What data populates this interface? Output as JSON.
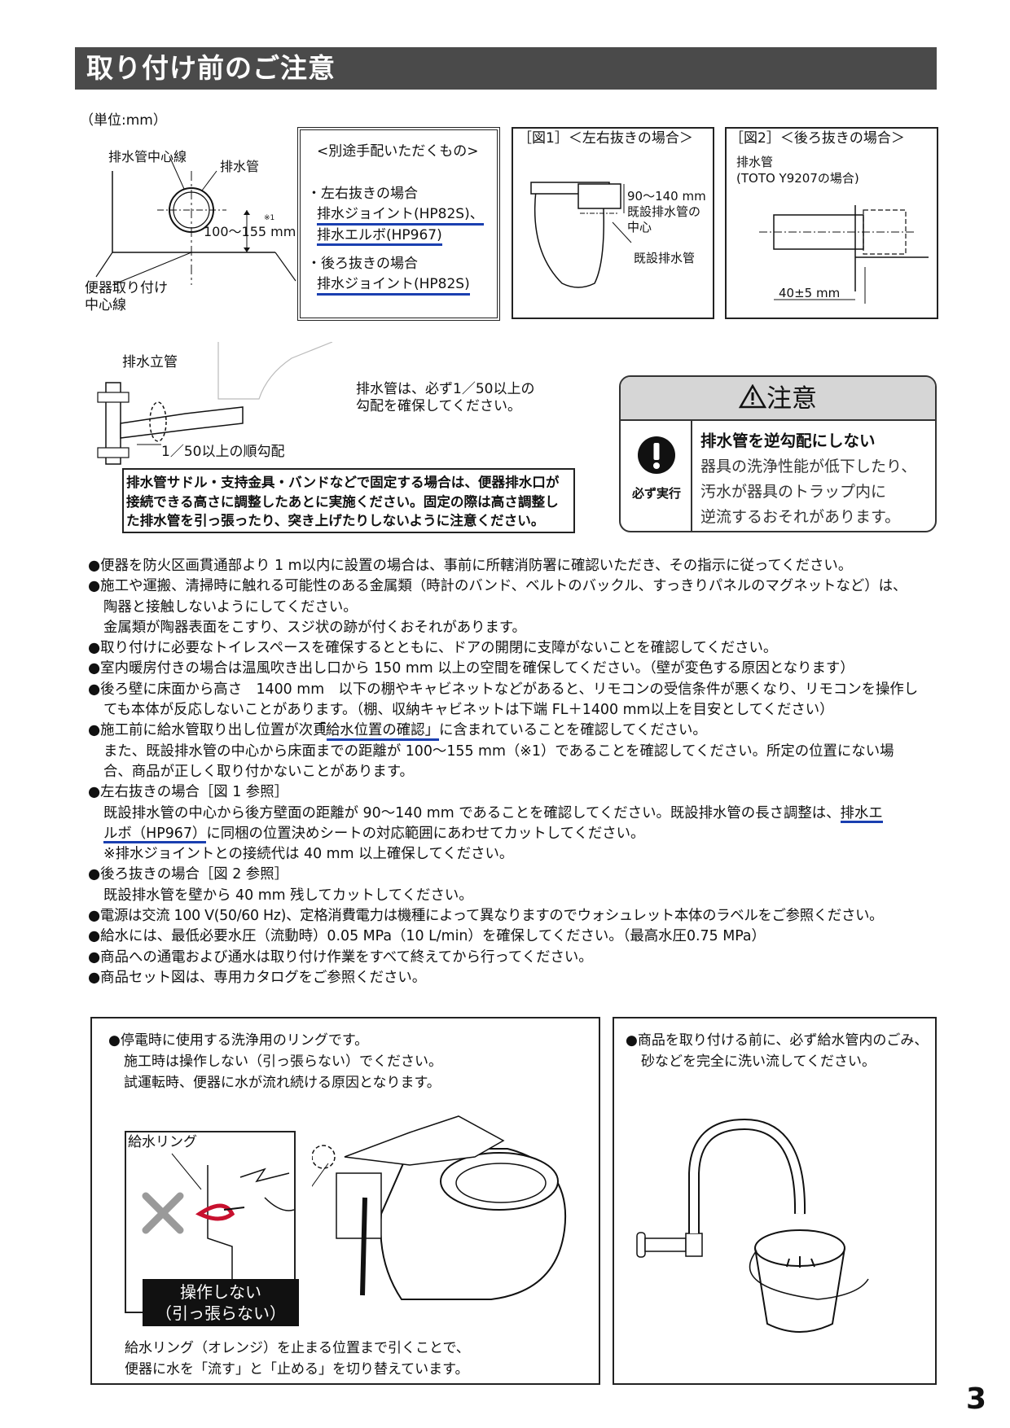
{
  "title": "取り付け前のご注意",
  "unit": "（単位:mm）",
  "fig0": {
    "label_center": "排水管中心線",
    "label_pipe": "排水管",
    "dim": "100～155 mm",
    "note_mark": "※1",
    "label_toilet_center": [
      "便器取り付け",
      "中心線"
    ]
  },
  "sep_box": {
    "heading": "<別途手配いただくもの>",
    "side_title": "・左右抜きの場合",
    "side_item1": "排水ジョイント(HP82S)、",
    "side_item2": "排水エルボ(HP967)",
    "back_title": "・後ろ抜きの場合",
    "back_item1": "排水ジョイント(HP82S)"
  },
  "fig1": {
    "title": "［図1］＜左右抜きの場合＞",
    "dim": "90～140 mm",
    "dim_sub1": "既設排水管の",
    "dim_sub2": "中心",
    "label_pipe": "既設排水管"
  },
  "fig2": {
    "title": "［図2］＜後ろ抜きの場合＞",
    "label_pipe": "排水管",
    "label_model": "(TOTO Y9207の場合)",
    "dim": "40±5 mm"
  },
  "slope": {
    "label_riser": "排水立管",
    "label_slope": "1／50以上の順勾配",
    "note1": "排水管は、必ず1／50以上の",
    "note2": "勾配を確保してください。",
    "warn1": "排水管サドル・支持金具・バンドなどで固定する場合は、便器排水口が",
    "warn2": "接続できる高さに調整したあとに実施ください。固定の際は高さ調整し",
    "warn3": "た排水管を引っ張ったり、突き上げたりしないように注意ください。"
  },
  "caution": {
    "heading": "注意",
    "icon_label": "必ず実行",
    "subtitle": "排水管を逆勾配にしない",
    "line1": "器具の洗浄性能が低下したり、",
    "line2": "汚水が器具のトラップ内に",
    "line3": "逆流するおそれがあります。"
  },
  "bullets": [
    "●便器を防火区画貫通部より 1 m以内に設置の場合は、事前に所轄消防署に確認いただき、その指示に従ってください。",
    "●施工や運搬、清掃時に触れる可能性のある金属類（時計のバンド、ベルトのバックル、すっきりパネルのマグネットなど）は、",
    "陶器と接触しないようにしてください。",
    "金属類が陶器表面をこすり、スジ状の跡が付くおそれがあります。",
    "●取り付けに必要なトイレスペースを確保するとともに、ドアの開閉に支障がないことを確認してください。",
    "●室内暖房付きの場合は温風吹き出し口から 150 mm 以上の空間を確保してください。（壁が変色する原因となります）",
    "●後ろ壁に床面から高さ　1400 mm　以下の棚やキャビネットなどがあると、リモコンの受信条件が悪くなり、リモコンを操作し",
    "ても本体が反応しないことがあります。（棚、収納キャビネットは下端 FL＋1400 mm以上を目安としてください）",
    "●施工前に給水管取り出し位置が次頁",
    "「給水位置の確認」",
    "に含まれていることを確認してください。",
    "また、既設排水管の中心から床面までの距離が 100～155 mm（※1）であることを確認してください。所定の位置にない場",
    "合、商品が正しく取り付かないことがあります。",
    "●左右抜きの場合［図 1 参照］",
    "既設排水管の中心から後方壁面の距離が 90～140 mm であることを確認してください。既設排水管の長さ調整は、",
    "排水エ",
    "ルボ（HP967）",
    "に同梱の位置決めシートの対応範囲にあわせてカットしてください。",
    "※排水ジョイントとの接続代は 40 mm 以上確保してください。",
    "●後ろ抜きの場合［図 2 参照］",
    "既設排水管を壁から 40 mm 残してカットしてください。",
    "●電源は交流 100 V(50/60 Hz)、定格消費電力は機種によって異なりますのでウォシュレット本体のラベルをご参照ください。",
    "●給水には、最低必要水圧（流動時）0.05 MPa（10 L/min）を確保してください。（最高水圧0.75 MPa）",
    "●商品への通電および通水は取り付け作業をすべて終えてから行ってください。",
    "●商品セット図は、専用カタログをご参照ください。"
  ],
  "panel_left": {
    "line1": "●停電時に使用する洗浄用のリングです。",
    "line2": "施工時は操作しない（引っ張らない）でください。",
    "line3": "試運転時、便器に水が流れ続ける原因となります。",
    "label_ring": "給水リング",
    "op1": "操作しない",
    "op2": "（引っ張らない）",
    "bottom1": "給水リング（オレンジ）を止まる位置まで引くことで、",
    "bottom2": "便器に水を「流す」と「止める」を切り替えています。"
  },
  "panel_right": {
    "line1": "●商品を取り付ける前に、必ず給水管内のごみ、",
    "line2": "砂などを完全に洗い流してください。"
  },
  "page_number": "3"
}
